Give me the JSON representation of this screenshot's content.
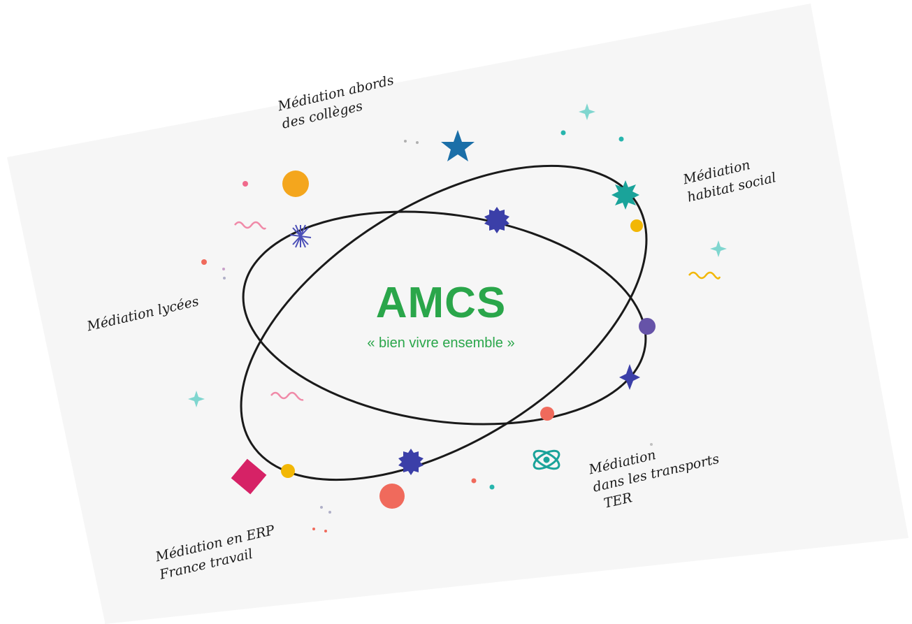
{
  "center": {
    "title": "AMCS",
    "subtitle": "« bien vivre ensemble »"
  },
  "labels": {
    "colleges": [
      "Médiation abords",
      "des collèges"
    ],
    "habitat": [
      "Médiation",
      "habitat social"
    ],
    "lycees": [
      "Médiation lycées"
    ],
    "transports": [
      "Médiation",
      "dans les transports",
      "TER"
    ],
    "erp": [
      "Médiation en ERP",
      "France travail"
    ]
  },
  "colors": {
    "accent_green": "#2aa64a",
    "card_background": "#f7f7f7",
    "orbit_stroke": "#1a1a1a"
  }
}
